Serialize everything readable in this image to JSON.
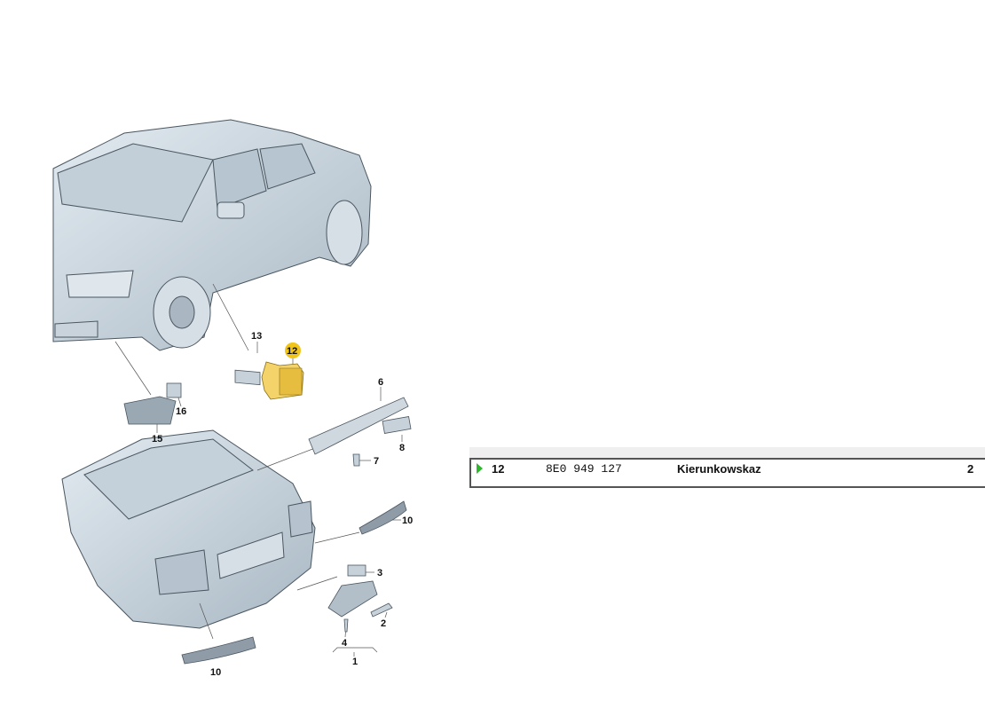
{
  "diagram": {
    "callouts": [
      "13",
      "12",
      "6",
      "16",
      "8",
      "15",
      "7",
      "10",
      "3",
      "2",
      "4",
      "1",
      "10"
    ],
    "highlight_color": "#f0c419"
  },
  "parts_row": {
    "position": "12",
    "part_number": "8E0 949 127",
    "description": "Kierunkowskaz",
    "quantity": "2",
    "marker_color": "#2db82d"
  }
}
